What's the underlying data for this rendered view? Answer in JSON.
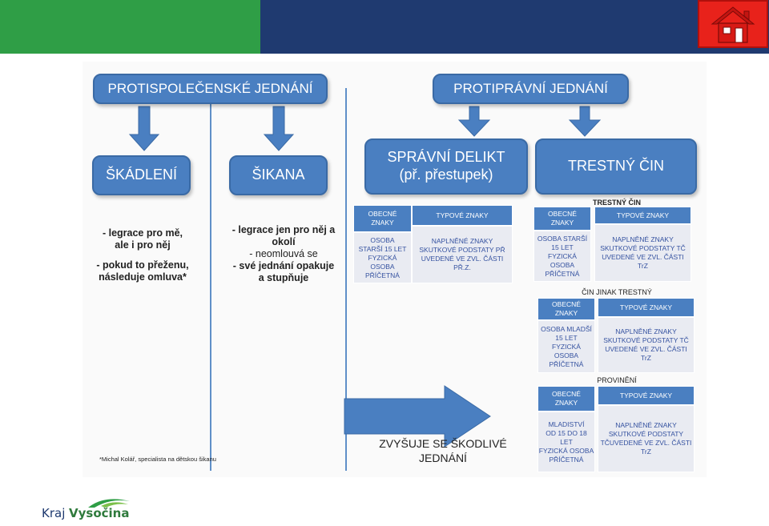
{
  "header": {
    "home_icon": "home-icon",
    "colors": {
      "green": "#2f9e46",
      "navy": "#1f3a70",
      "home": "#e8221b"
    }
  },
  "boxes": {
    "antisocial": "PROTISPOLEČENSKÉ JEDNÁNÍ",
    "illegal": "PROTIPRÁVNÍ JEDNÁNÍ",
    "skodleni": "ŠKÁDLENÍ",
    "sikana": "ŠIKANA",
    "spravni_1": "SPRÁVNÍ DELIKT",
    "spravni_2": "(př. přestupek)",
    "trestny": "TRESTNÝ ČIN"
  },
  "skodleni_desc": [
    "- legrace pro mě,",
    "ale i pro něj",
    "",
    "- pokud to přeženu,",
    "následuje omluva*"
  ],
  "sikana_desc": [
    "- legrace jen pro něj a",
    "okolí",
    "- neomlouvá se",
    "- své jednání opakuje",
    "a stupňuje"
  ],
  "tables": {
    "spravni": {
      "general_head": [
        "OBECNÉ",
        "ZNAKY"
      ],
      "typical_head": "TYPOVÉ ZNAKY",
      "general_body": [
        "OSOBA",
        "STARŠÍ 15 LET",
        "FYZICKÁ",
        "OSOBA",
        "PŘÍČETNÁ"
      ],
      "typical_body": [
        "NAPLNĚNÉ ZNAKY",
        "SKUTKOVÉ PODSTATY PŘ",
        "UVEDENÉ VE ZVL. ČÁSTI",
        "PŘ.Z."
      ]
    },
    "trestny": {
      "caption": "TRESTNÝ ČIN",
      "general_head": [
        "OBECNÉ",
        "ZNAKY"
      ],
      "typical_head": "TYPOVÉ ZNAKY",
      "general_body": [
        "OSOBA STARŠÍ",
        "15 LET",
        "FYZICKÁ",
        "OSOBA",
        "PŘÍČETNÁ"
      ],
      "typical_body": [
        "NAPLNĚNÉ ZNAKY",
        "SKUTKOVÉ PODSTATY TČ",
        "UVEDENÉ VE ZVL. ČÁSTI",
        "TrZ"
      ]
    },
    "jinak": {
      "caption": "ČIN JINAK TRESTNÝ",
      "general_head": [
        "OBECNÉ",
        "ZNAKY"
      ],
      "typical_head": "TYPOVÉ ZNAKY",
      "general_body": [
        "OSOBA MLADŠÍ",
        "15 LET",
        "FYZICKÁ",
        "OSOBA",
        "PŘÍČETNÁ"
      ],
      "typical_body": [
        "NAPLNĚNÉ ZNAKY",
        "SKUTKOVÉ PODSTATY TČ",
        "UVEDENÉ VE ZVL. ČÁSTI",
        "TrZ"
      ]
    },
    "provineni": {
      "caption": "PROVINĚNÍ",
      "general_head": [
        "OBECNÉ",
        "ZNAKY"
      ],
      "typical_head": "TYPOVÉ ZNAKY",
      "general_body": [
        "MLADISTVÍ",
        "OD 15 DO 18",
        "LET",
        "FYZICKÁ OSOBA",
        "PŘÍČETNÁ"
      ],
      "typical_body": [
        "NAPLNĚNÉ ZNAKY",
        "SKUTKOVÉ PODSTATY",
        "TČUVEDENÉ VE ZVL. ČÁSTI",
        "TrZ"
      ]
    }
  },
  "arrow_text": [
    "ZVYŠUJE SE ŠKODLIVÉ",
    "JEDNÁNÍ"
  ],
  "footnote": "*Michal Kolář, specialista na dětskou šikanu",
  "logo": {
    "part1": "Kraj",
    "part2": "Vysočina"
  }
}
